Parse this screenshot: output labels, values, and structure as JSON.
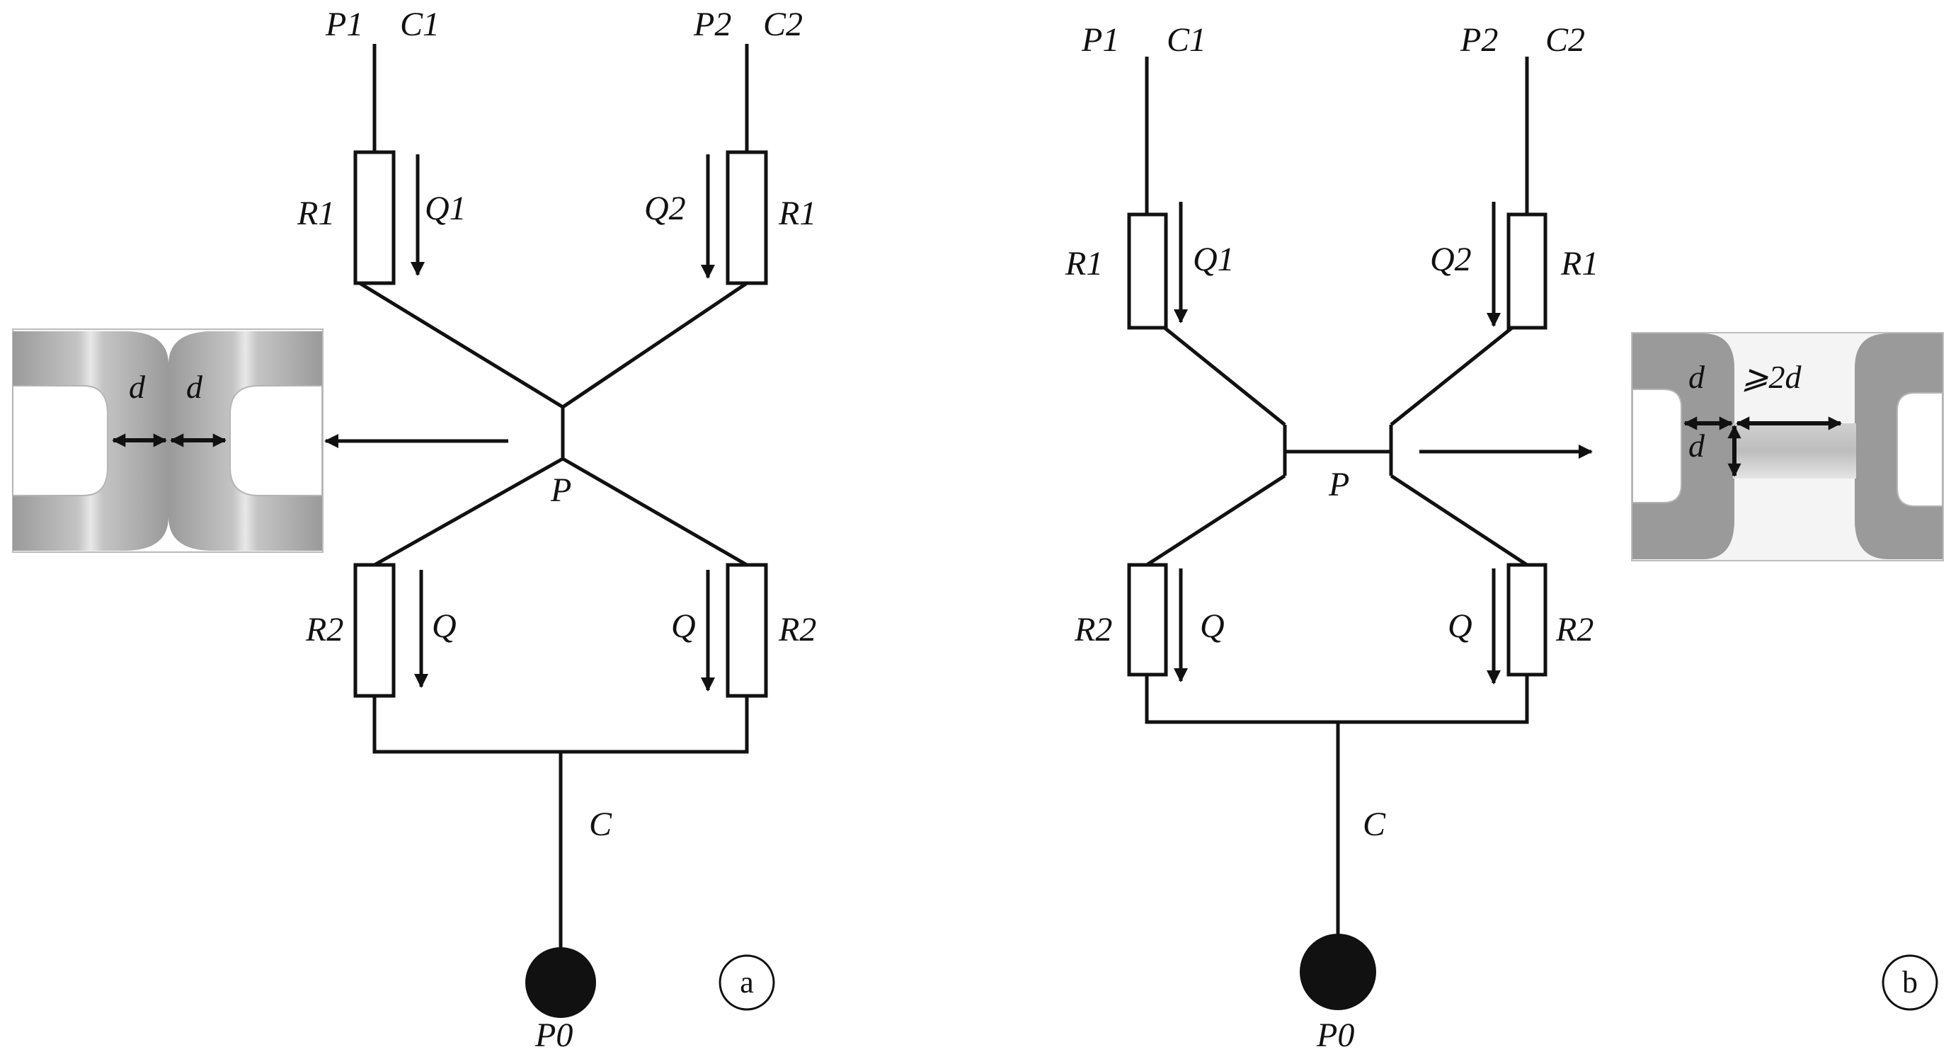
{
  "panel_a": {
    "tag": "a",
    "inlet_1": {
      "p": "P1",
      "c": "C1"
    },
    "inlet_2": {
      "p": "P2",
      "c": "C2"
    },
    "resistor_top_left": "R1",
    "resistor_top_right": "R1",
    "flow_top_left": "Q1",
    "flow_top_right": "Q2",
    "junction": "P",
    "resistor_bottom_left": "R2",
    "resistor_bottom_right": "R2",
    "flow_bottom_left": "Q",
    "flow_bottom_right": "Q",
    "outlet_channel": "C",
    "outlet_node": "P0",
    "inset": {
      "dim_left": "d",
      "dim_right": "d"
    }
  },
  "panel_b": {
    "tag": "b",
    "inlet_1": {
      "p": "P1",
      "c": "C1"
    },
    "inlet_2": {
      "p": "P2",
      "c": "C2"
    },
    "resistor_top_left": "R1",
    "resistor_top_right": "R1",
    "flow_top_left": "Q1",
    "flow_top_right": "Q2",
    "junction": "P",
    "resistor_bottom_left": "R2",
    "resistor_bottom_right": "R2",
    "flow_bottom_left": "Q",
    "flow_bottom_right": "Q",
    "outlet_channel": "C",
    "outlet_node": "P0",
    "inset": {
      "dim_width": "d",
      "dim_height": "d",
      "dim_gap": "⩾2d"
    }
  },
  "colors": {
    "line": "#111111",
    "inset_gray": "#9a9a9a",
    "inset_light": "#e6e6e6"
  }
}
